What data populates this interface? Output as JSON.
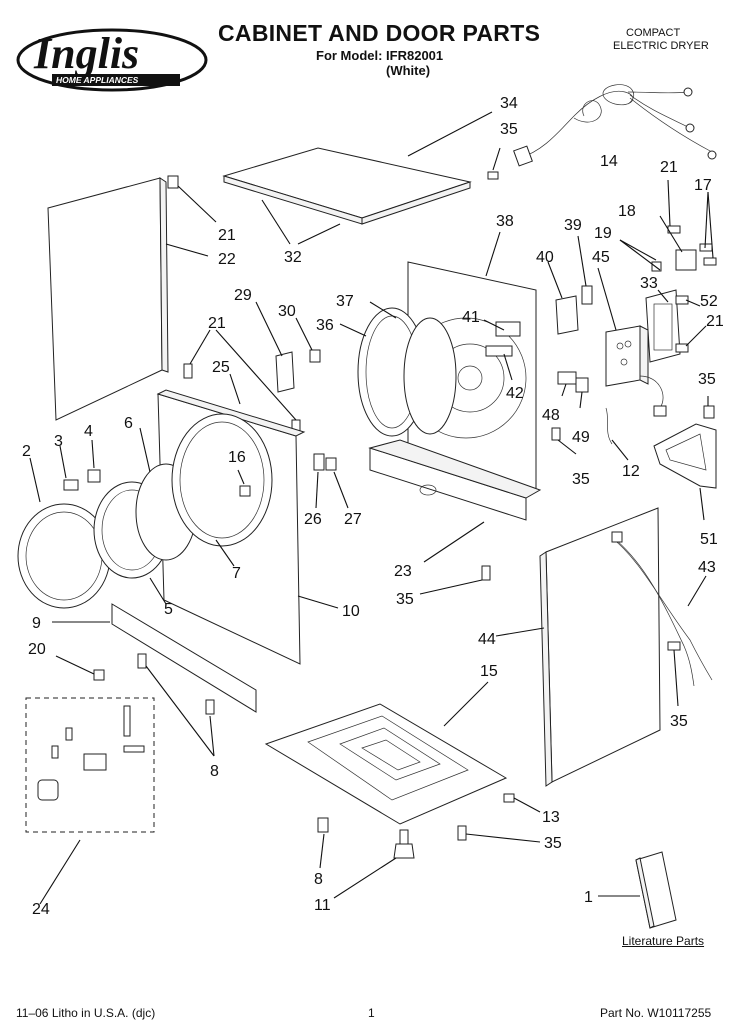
{
  "header": {
    "brand": "Inglis",
    "brand_sub": "HOME APPLIANCES",
    "title": "CABINET AND DOOR PARTS",
    "model_line": "For Model: IFR82001",
    "color_line": "(White)",
    "product_line1": "COMPACT",
    "product_line2": "ELECTRIC DRYER"
  },
  "footer": {
    "litho": "11–06 Litho in U.S.A. (djc)",
    "page": "1",
    "part_no": "Part No. W10117255"
  },
  "literature": "Literature Parts",
  "callouts": {
    "c34": "34",
    "c35a": "35",
    "c14": "14",
    "c21a": "21",
    "c17": "17",
    "c21b": "21",
    "c22": "22",
    "c32": "32",
    "c38": "38",
    "c39": "39",
    "c18": "18",
    "c19": "19",
    "c40": "40",
    "c45": "45",
    "c33": "33",
    "c52": "52",
    "c21c": "21",
    "c29": "29",
    "c21d": "21",
    "c30": "30",
    "c37": "37",
    "c36": "36",
    "c41": "41",
    "c25": "25",
    "c42": "42",
    "c35b": "35",
    "c2": "2",
    "c3": "3",
    "c4": "4",
    "c6": "6",
    "c16": "16",
    "c48": "48",
    "c49": "49",
    "c12": "12",
    "c35c": "35",
    "c26": "26",
    "c27": "27",
    "c51": "51",
    "c7": "7",
    "c23": "23",
    "c43": "43",
    "c35d": "35",
    "c5": "5",
    "c10": "10",
    "c9": "9",
    "c44": "44",
    "c15": "15",
    "c20": "20",
    "c35e": "35",
    "c8a": "8",
    "c24": "24",
    "c13": "13",
    "c35f": "35",
    "c8b": "8",
    "c11": "11",
    "c1": "1"
  },
  "icons": {
    "logo": "inglis-logo-icon"
  }
}
